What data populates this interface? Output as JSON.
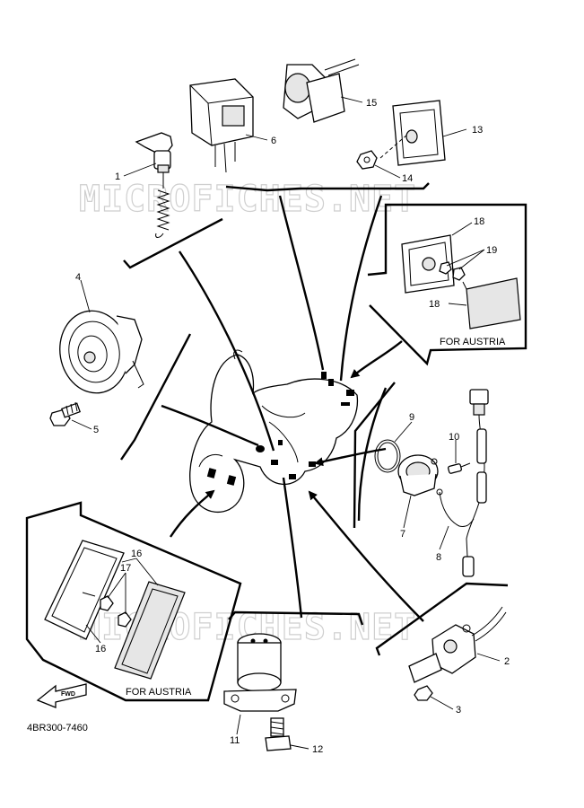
{
  "watermark": "MICROFICHES.NET",
  "diagram_code": "4BR300-7460",
  "fwd_label": "FWD",
  "austria_label_top": "FOR AUSTRIA",
  "austria_label_bottom": "FOR AUSTRIA",
  "callouts": {
    "c1": "1",
    "c2": "2",
    "c3": "3",
    "c4": "4",
    "c5": "5",
    "c6": "6",
    "c7": "7",
    "c8": "8",
    "c9": "9",
    "c10": "10",
    "c11": "11",
    "c12": "12",
    "c13": "13",
    "c14": "14",
    "c15": "15",
    "c16a": "16",
    "c16b": "16",
    "c17": "17",
    "c18a": "18",
    "c18b": "18",
    "c19": "19"
  }
}
